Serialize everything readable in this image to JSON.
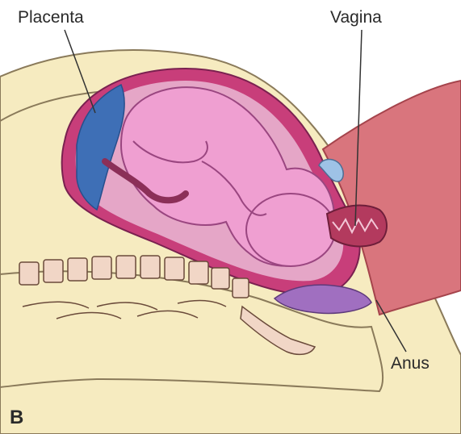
{
  "labels": {
    "placenta": "Placenta",
    "vagina": "Vagina",
    "anus": "Anus",
    "panel": "B"
  },
  "colors": {
    "skin": "#f6ebc0",
    "muscle": "#d9757d",
    "uterus_wall": "#c83e7a",
    "fetus": "#ef9fd1",
    "placenta_blue": "#3e6fb6",
    "bone": "#f1d6c6",
    "leader": "#333333"
  }
}
